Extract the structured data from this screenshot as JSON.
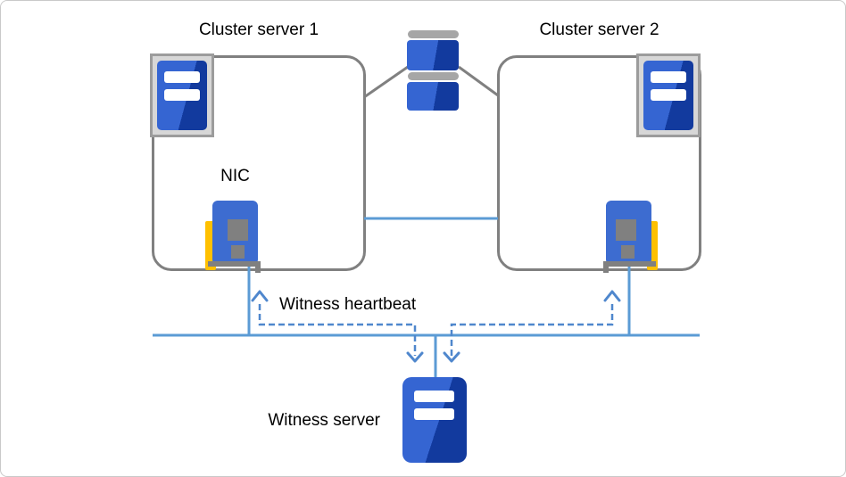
{
  "labels": {
    "cluster_server_1": "Cluster server 1",
    "cluster_server_2": "Cluster server 2",
    "nic": "NIC",
    "witness_heartbeat": "Witness heartbeat",
    "witness_server": "Witness server"
  },
  "nodes": {
    "cluster1": {
      "icon": "server-icon"
    },
    "cluster2": {
      "icon": "server-icon"
    },
    "shared_storage": {
      "icon": "storage-disks-icon"
    },
    "nic_left": {
      "icon": "nic-card-icon"
    },
    "nic_right": {
      "icon": "nic-card-icon"
    },
    "witness": {
      "icon": "server-icon"
    }
  },
  "edges": [
    {
      "from": "cluster-server-1",
      "to": "shared-storage",
      "style": "solid-gray"
    },
    {
      "from": "cluster-server-2",
      "to": "shared-storage",
      "style": "solid-gray"
    },
    {
      "from": "cluster-server-1",
      "to": "cluster-server-2",
      "style": "solid-blue"
    },
    {
      "from": "nic-left",
      "to": "network-bus",
      "style": "solid-blue"
    },
    {
      "from": "nic-right",
      "to": "network-bus",
      "style": "solid-blue"
    },
    {
      "from": "network-bus",
      "to": "witness-server",
      "style": "solid-blue"
    },
    {
      "from": "witness-server",
      "to": "cluster-server-1",
      "style": "dashed-blue-arrows",
      "label": "Witness heartbeat"
    },
    {
      "from": "witness-server",
      "to": "cluster-server-2",
      "style": "dashed-blue-arrows"
    }
  ],
  "colors": {
    "canvas_bg": "#ffffff",
    "canvas_border": "#c9c9c9",
    "box_border": "#808080",
    "line_gray": "#808080",
    "line_blue": "#5b9bd5",
    "dashed_blue": "#4f87cd",
    "icon_blue_light": "#3565d2",
    "icon_blue_dark": "#123a9e",
    "nic_blue": "#3d6cd0",
    "nic_yellow": "#ffc000",
    "chip_gray": "#808080",
    "frame_fill": "#d7d7d7",
    "frame_border": "#9c9c9c",
    "storage_bar_gray": "#a6a6a6",
    "label_text": "#000000"
  }
}
